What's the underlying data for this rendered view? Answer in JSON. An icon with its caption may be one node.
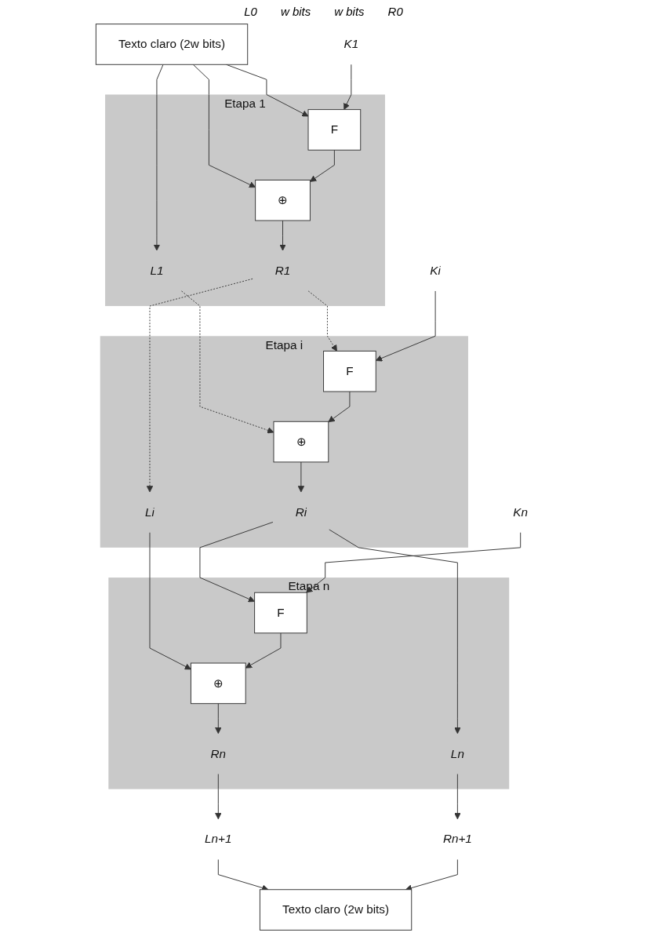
{
  "diagram": {
    "nodes": [
      {
        "text": [
          "Texto claro (2w bits)"
        ]
      },
      {
        "text": [
          "Etapa 1"
        ]
      },
      {
        "text": [
          "⊕"
        ],
        "in": 1
      },
      {
        "text": [
          "F"
        ],
        "in": 1
      },
      {
        "text": [
          "K1"
        ]
      },
      {
        "text": [
          "L1"
        ],
        "in": 1
      },
      {
        "text": [
          "R1"
        ],
        "in": 1
      },
      {
        "text": [
          "Etapa i"
        ]
      },
      {
        "text": [
          "⊕"
        ],
        "in": 7
      },
      {
        "text": [
          "F"
        ],
        "in": 7
      },
      {
        "text": [
          "Ki"
        ]
      },
      {
        "text": [
          "Li"
        ],
        "in": 7
      },
      {
        "text": [
          "Ri"
        ],
        "in": 7
      },
      {
        "text": [
          "Etapa n"
        ]
      },
      {
        "text": [
          "⊕"
        ],
        "in": 13
      },
      {
        "text": [
          "F"
        ],
        "in": 13
      },
      {
        "text": [
          "Kn"
        ]
      },
      {
        "text": [
          "Ln"
        ],
        "in": 13
      },
      {
        "text": [
          "Rn"
        ],
        "in": 13
      },
      {
        "text": [
          "Ln+1"
        ]
      },
      {
        "text": [
          "Rn+1"
        ]
      },
      {
        "text": [
          "Texto claro (2w bits)"
        ]
      }
    ],
    "edges": [
      {
        "from": 0,
        "to": 2,
        "arrow": "to"
      },
      {
        "from": 0,
        "to": 3,
        "arrow": "to"
      },
      {
        "from": 4,
        "to": 3,
        "arrow": "to"
      },
      {
        "from": 3,
        "to": 2,
        "arrow": "to"
      },
      {
        "from": 0,
        "to": 5,
        "arrow": "to"
      },
      {
        "from": 2,
        "to": 6,
        "arrow": "to"
      },
      {
        "from": 5,
        "to": 8,
        "arrow": "to",
        "style": "dashed"
      },
      {
        "from": 6,
        "to": 9,
        "arrow": "to",
        "style": "dashed"
      },
      {
        "from": 10,
        "to": 9,
        "arrow": "to"
      },
      {
        "from": 9,
        "to": 8,
        "arrow": "to"
      },
      {
        "from": 6,
        "to": 11,
        "arrow": "to",
        "style": "dashed"
      },
      {
        "from": 8,
        "to": 12,
        "arrow": "to"
      },
      {
        "from": 11,
        "to": 14,
        "arrow": "to"
      },
      {
        "from": 12,
        "to": 15,
        "arrow": "to"
      },
      {
        "from": 16,
        "to": 15,
        "arrow": "to"
      },
      {
        "from": 15,
        "to": 14,
        "arrow": "to"
      },
      {
        "from": 12,
        "to": 17,
        "arrow": "to"
      },
      {
        "from": 14,
        "to": 18,
        "arrow": "to"
      },
      {
        "from": 17,
        "to": 20,
        "arrow": "to"
      },
      {
        "from": 18,
        "to": 19,
        "arrow": "to"
      },
      {
        "from": 19,
        "to": 21,
        "arrow": "to"
      },
      {
        "from": 20,
        "to": 21,
        "arrow": "to"
      }
    ],
    "labels": [
      "L0",
      "w bits",
      "w bits",
      "R0"
    ]
  }
}
